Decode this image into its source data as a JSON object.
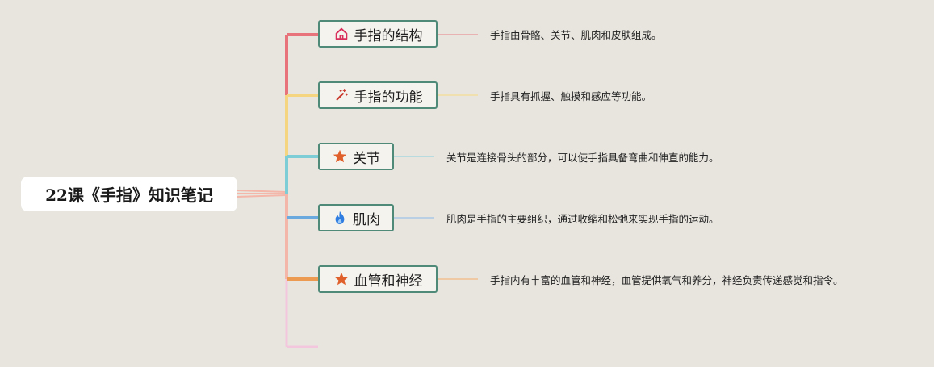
{
  "root": {
    "title": "22课《手指》知识笔记"
  },
  "branches": [
    {
      "label": "手指的结构",
      "icon": "home-icon",
      "description": "手指由骨骼、关节、肌肉和皮肤组成。",
      "color": "#e8737b"
    },
    {
      "label": "手指的功能",
      "icon": "magic-wand-icon",
      "description": "手指具有抓握、触摸和感应等功能。",
      "color": "#f6d580"
    },
    {
      "label": "关节",
      "icon": "star-icon",
      "description": "关节是连接骨头的部分，可以使手指具备弯曲和伸直的能力。",
      "color": "#7ccdd6"
    },
    {
      "label": "肌肉",
      "icon": "fire-icon",
      "description": "肌肉是手指的主要组织，通过收缩和松弛来实现手指的运动。",
      "color": "#6aa9dd"
    },
    {
      "label": "血管和神经",
      "icon": "star-icon",
      "description": "手指内有丰富的血管和神经，血管提供氧气和养分，神经负责传递感觉和指令。",
      "color": "#ec9a52"
    }
  ],
  "colors": {
    "node_border": "#4f8a78",
    "root_connector": "#f4b6a8",
    "empty_branch": "#f4c6de",
    "star_icon": "#e0602b",
    "fire_icon": "#2f7de0",
    "home_icon": "#d92f5c",
    "wand_icon": "#c93a2e"
  }
}
